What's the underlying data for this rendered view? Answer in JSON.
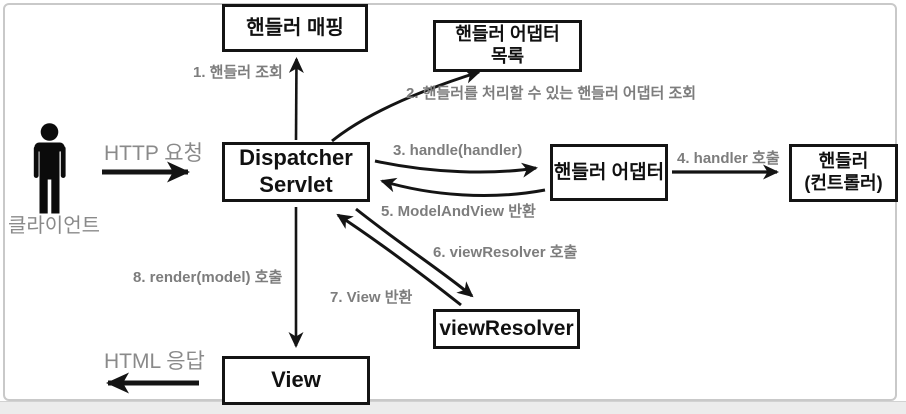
{
  "diagram": {
    "title_hint": "Spring MVC DispatcherServlet request flow",
    "client": {
      "label": "클라이언트"
    },
    "boxes": {
      "handler_mapping": {
        "label": "핸들러 매핑"
      },
      "adapter_list": {
        "line1": "핸들러 어댑터",
        "line2": "목록"
      },
      "dispatcher": {
        "line1": "Dispatcher",
        "line2": "Servlet"
      },
      "handler_adapter": {
        "label": "핸들러 어댑터"
      },
      "handler_controller": {
        "line1": "핸들러",
        "line2": "(컨트롤러)"
      },
      "view_resolver": {
        "label": "viewResolver"
      },
      "view": {
        "label": "View"
      }
    },
    "labels": {
      "http_request": "HTTP 요청",
      "html_response": "HTML 응답",
      "step1": "1. 핸들러 조회",
      "step2": "2. 핸들러를 처리할 수 있는 핸들러 어댑터 조회",
      "step3": "3. handle(handler)",
      "step4": "4. handler 호출",
      "step5": "5. ModelAndView 반환",
      "step6": "6. viewResolver 호출",
      "step7": "7. View 반환",
      "step8": "8. render(model) 호출"
    },
    "colors": {
      "box_border": "#141414",
      "arrow": "#141414",
      "step_label_gray": "#7d7d7d",
      "big_label_gray": "#8a8a8a",
      "frame_border": "#c9c9c9",
      "bottom_strip": "#ececec",
      "background": "#ffffff"
    }
  }
}
